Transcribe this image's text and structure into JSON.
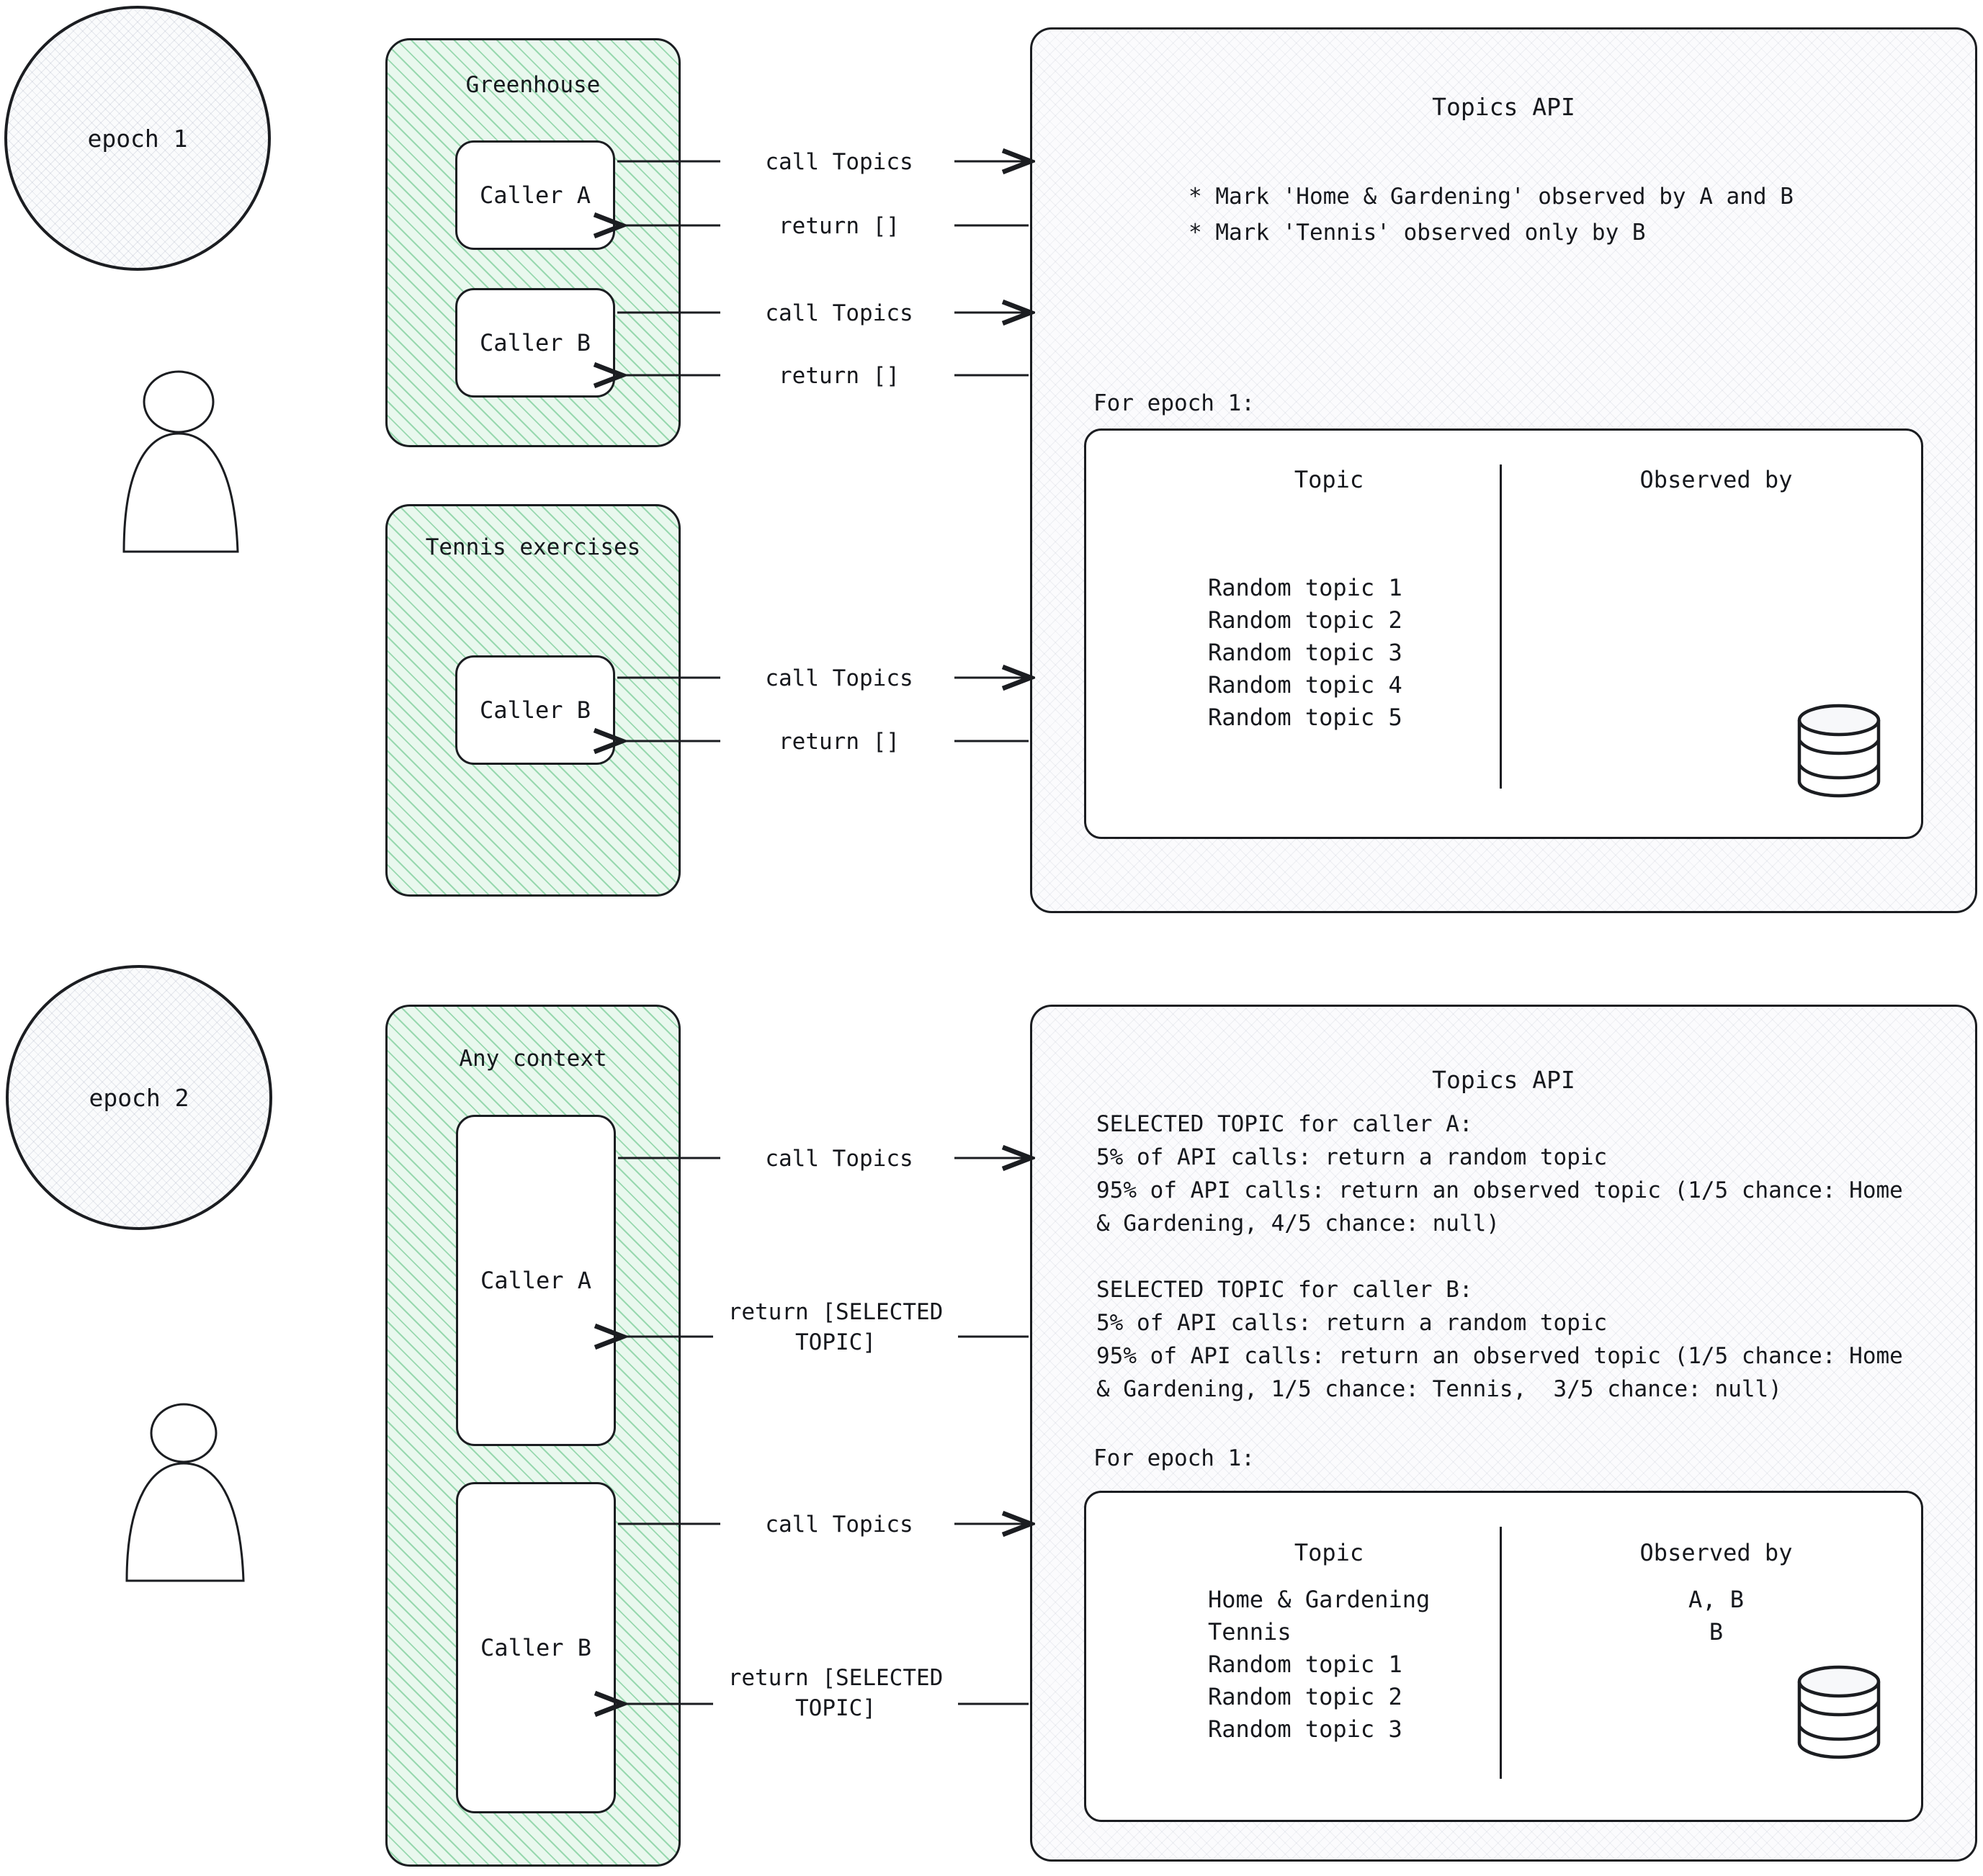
{
  "colors": {
    "ink": "#16181d",
    "context_fill": "#e9f8ee",
    "context_hatch": "#56be7b",
    "api_fill": "#fbfbfd",
    "box_fill": "#ffffff"
  },
  "epochs": [
    {
      "id": "epoch-1",
      "label": "epoch 1",
      "actor_icon": "person-icon",
      "contexts": [
        {
          "id": "greenhouse",
          "title": "Greenhouse",
          "callers": [
            {
              "name": "Caller A",
              "messages": [
                {
                  "direction": "request",
                  "label": "call Topics"
                },
                {
                  "direction": "response",
                  "label": "return []"
                }
              ]
            },
            {
              "name": "Caller B",
              "messages": [
                {
                  "direction": "request",
                  "label": "call Topics"
                },
                {
                  "direction": "response",
                  "label": "return []"
                }
              ]
            }
          ]
        },
        {
          "id": "tennis-exercises",
          "title": "Tennis exercises",
          "callers": [
            {
              "name": "Caller B",
              "messages": [
                {
                  "direction": "request",
                  "label": "call Topics"
                },
                {
                  "direction": "response",
                  "label": "return []"
                }
              ]
            }
          ]
        }
      ],
      "api": {
        "title": "Topics API",
        "bullets": [
          "* Mark 'Home & Gardening' observed by A and B",
          "* Mark 'Tennis' observed only by B"
        ],
        "paragraphs": [],
        "table_caption": "For epoch 1:",
        "table": {
          "headers": [
            "Topic",
            "Observed by"
          ],
          "rows": [
            {
              "topic": "Random topic 1",
              "observed_by": ""
            },
            {
              "topic": "Random topic 2",
              "observed_by": ""
            },
            {
              "topic": "Random topic 3",
              "observed_by": ""
            },
            {
              "topic": "Random topic 4",
              "observed_by": ""
            },
            {
              "topic": "Random topic 5",
              "observed_by": ""
            }
          ],
          "storage_icon": "database-icon"
        }
      }
    },
    {
      "id": "epoch-2",
      "label": "epoch 2",
      "actor_icon": "person-icon",
      "contexts": [
        {
          "id": "any-context",
          "title": "Any context",
          "callers": [
            {
              "name": "Caller A",
              "messages": [
                {
                  "direction": "request",
                  "label": "call Topics"
                },
                {
                  "direction": "response",
                  "label": "return [SELECTED\nTOPIC]"
                }
              ]
            },
            {
              "name": "Caller B",
              "messages": [
                {
                  "direction": "request",
                  "label": "call Topics"
                },
                {
                  "direction": "response",
                  "label": "return [SELECTED\nTOPIC]"
                }
              ]
            }
          ]
        }
      ],
      "api": {
        "title": "Topics API",
        "bullets": [],
        "paragraphs": [
          "SELECTED TOPIC for caller A:",
          "5% of API calls: return a random topic",
          "95% of API calls: return an observed topic (1/5 chance: Home",
          "& Gardening, 4/5 chance: null)",
          "",
          "SELECTED TOPIC for caller B:",
          "5% of API calls: return a random topic",
          "95% of API calls: return an observed topic (1/5 chance: Home",
          "& Gardening, 1/5 chance: Tennis,  3/5 chance: null)"
        ],
        "table_caption": "For epoch 1:",
        "table": {
          "headers": [
            "Topic",
            "Observed by"
          ],
          "rows": [
            {
              "topic": "Home & Gardening",
              "observed_by": "A, B"
            },
            {
              "topic": "Tennis",
              "observed_by": "B"
            },
            {
              "topic": "Random topic 1",
              "observed_by": ""
            },
            {
              "topic": "Random topic 2",
              "observed_by": ""
            },
            {
              "topic": "Random topic 3",
              "observed_by": ""
            }
          ],
          "storage_icon": "database-icon"
        }
      }
    }
  ]
}
